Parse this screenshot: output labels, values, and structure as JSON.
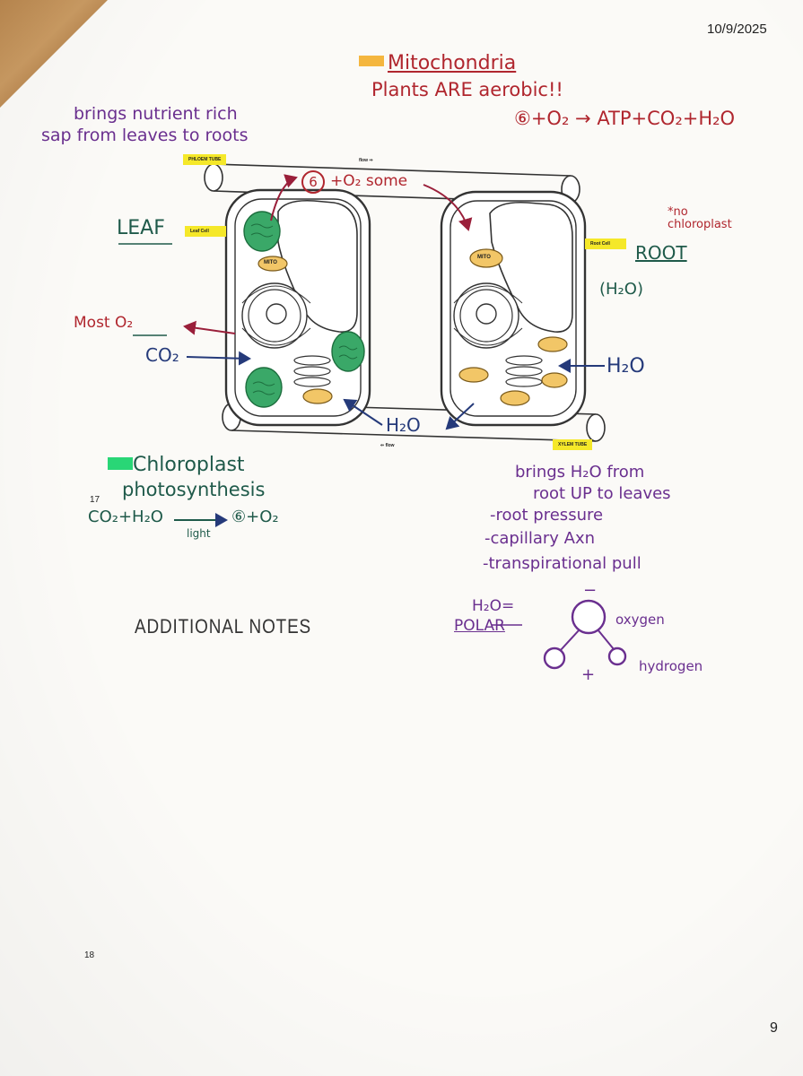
{
  "page": {
    "date": "10/9/2025",
    "page_number": "9",
    "q_numbers": [
      "17",
      "18"
    ],
    "section_title": "ADDITIONAL NOTES"
  },
  "mitochondria_note": {
    "title": "Mitochondria",
    "line1": "Plants ARE aerobic!!",
    "equation": "⑥+O₂ → ATP+CO₂+H₂O"
  },
  "phloem_note": {
    "line1": "brings nutrient rich",
    "line2": "sap from leaves to roots"
  },
  "diagram": {
    "phloem_label": "PHLOEM TUBE",
    "phloem_flow": "flow ⇒",
    "xylem_label": "XYLEM TUBE",
    "xylem_flow": "⇐ flow",
    "leaf_cell_label": "Leaf Cell",
    "root_cell_label": "Root Cell",
    "leaf_word": "LEAF",
    "root_word": "ROOT",
    "root_water": "(H₂O)",
    "no_chloroplast": "*no chloroplast",
    "g_symbol": "6",
    "o2_some": "+O₂ some",
    "most_o2": "Most  O₂",
    "co2": "CO₂",
    "h2o_bottom": "H₂O",
    "h2o_right": "H₂O",
    "mito_label": "MITO"
  },
  "chloroplast_note": {
    "title": "Chloroplast",
    "line1": "photosynthesis",
    "equation_left": "CO₂+H₂O",
    "equation_arrow_label": "light",
    "equation_right": "⑥+O₂"
  },
  "xylem_note": {
    "line1": "brings H₂O from",
    "line2": "root UP to leaves",
    "bullet1": "-root pressure",
    "bullet2": "-capillary Axn",
    "bullet3": "-transpirational pull"
  },
  "water_note": {
    "label1": "H₂O=",
    "label2": "POLAR",
    "oxygen": "oxygen",
    "hydrogen": "hydrogen",
    "minus": "−",
    "plus": "+"
  }
}
